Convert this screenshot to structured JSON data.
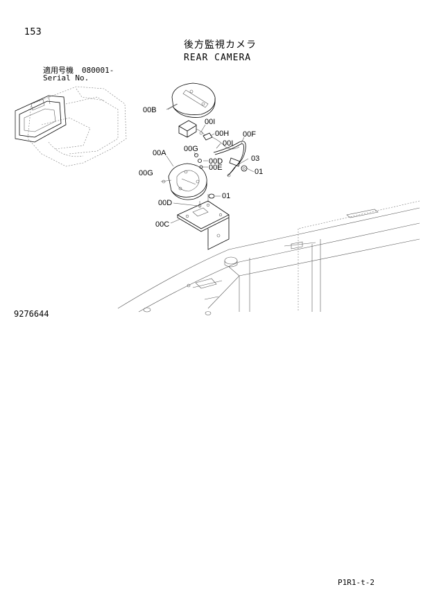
{
  "page_number": "153",
  "title_jp": "後方監視カメラ",
  "title_en": "REAR CAMERA",
  "serial": {
    "label_jp": "適用号機",
    "range": "080001-",
    "label_en": "Serial No."
  },
  "drawing_number": "9276644",
  "page_code": "P1R1-t-2",
  "callouts": {
    "c00B": "00B",
    "c00I_a": "00I",
    "c00H": "00H",
    "c00F": "00F",
    "c00I_b": "00I",
    "c00A": "00A",
    "c00G_a": "00G",
    "c03": "03",
    "c00D_a": "00D",
    "c00E": "00E",
    "c01_a": "01",
    "c00G_b": "00G",
    "c01_b": "01",
    "c00D_b": "00D",
    "c00C": "00C"
  }
}
